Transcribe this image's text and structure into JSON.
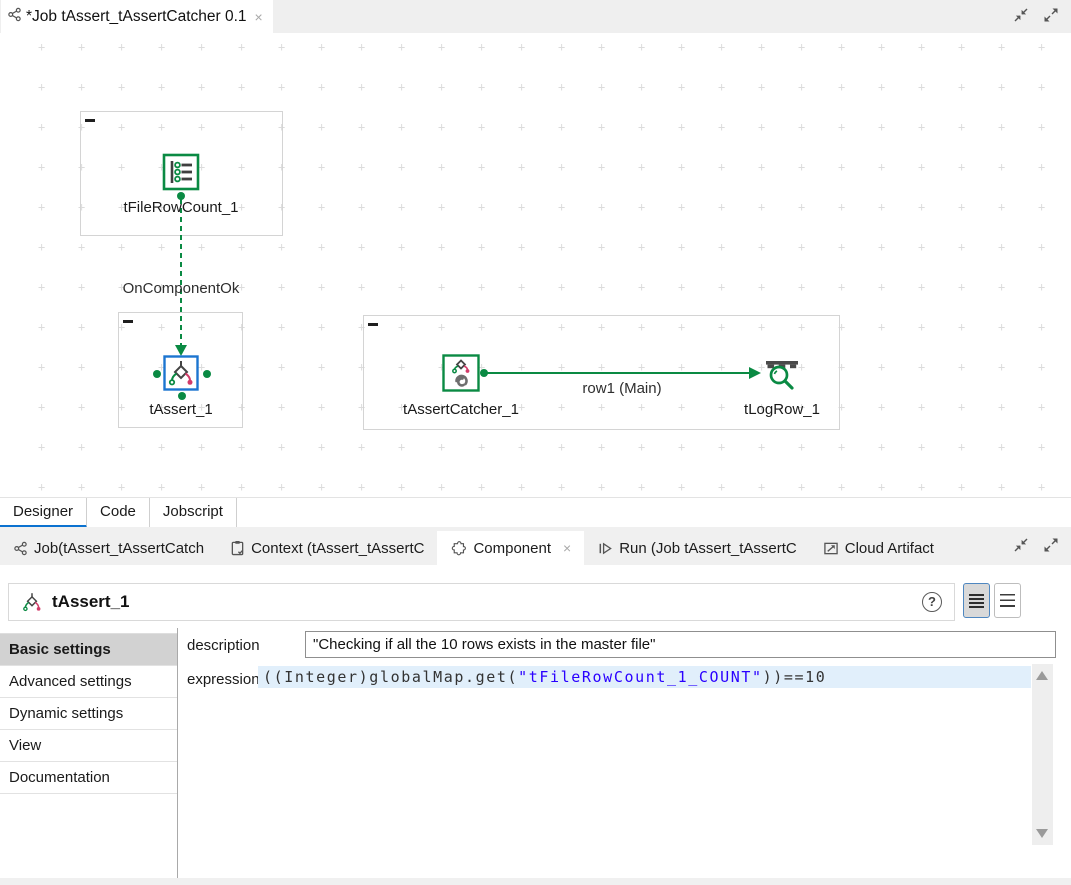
{
  "editor": {
    "tab_title": "*Job tAssert_tAssertCatcher 0.1",
    "close_glyph": "×"
  },
  "canvas": {
    "components": [
      {
        "label": "tFileRowCount_1"
      },
      {
        "label": "tAssert_1"
      },
      {
        "label": "tAssertCatcher_1"
      },
      {
        "label": "tLogRow_1"
      }
    ],
    "connections": [
      {
        "label": "OnComponentOk"
      },
      {
        "label": "row1 (Main)"
      }
    ]
  },
  "view_tabs": [
    {
      "label": "Designer"
    },
    {
      "label": "Code"
    },
    {
      "label": "Jobscript"
    }
  ],
  "panel_tabs": [
    {
      "label": "Job(tAssert_tAssertCatch"
    },
    {
      "label": "Context (tAssert_tAssertC"
    },
    {
      "label": "Component",
      "close_glyph": "×"
    },
    {
      "label": "Run (Job tAssert_tAssertC"
    },
    {
      "label": "Cloud Artifact"
    }
  ],
  "component_view": {
    "title": "tAssert_1",
    "help_glyph": "?",
    "sections": [
      "Basic settings",
      "Advanced settings",
      "Dynamic settings",
      "View",
      "Documentation"
    ],
    "active_section": "Basic settings",
    "description": {
      "label": "description",
      "value": "\"Checking if all the 10 rows exists in the master file\""
    },
    "expression": {
      "label": "expression",
      "code_prefix": "((Integer)globalMap.get(",
      "code_string": "\"tFileRowCount_1_COUNT\"",
      "code_suffix": "))==10"
    }
  },
  "colors": {
    "talend_green": "#0a8a43",
    "selection_blue": "#1c75d0",
    "link_red": "#d23b69",
    "string_blue": "#2a00ff",
    "active_tab_underline": "#0b72d0"
  }
}
